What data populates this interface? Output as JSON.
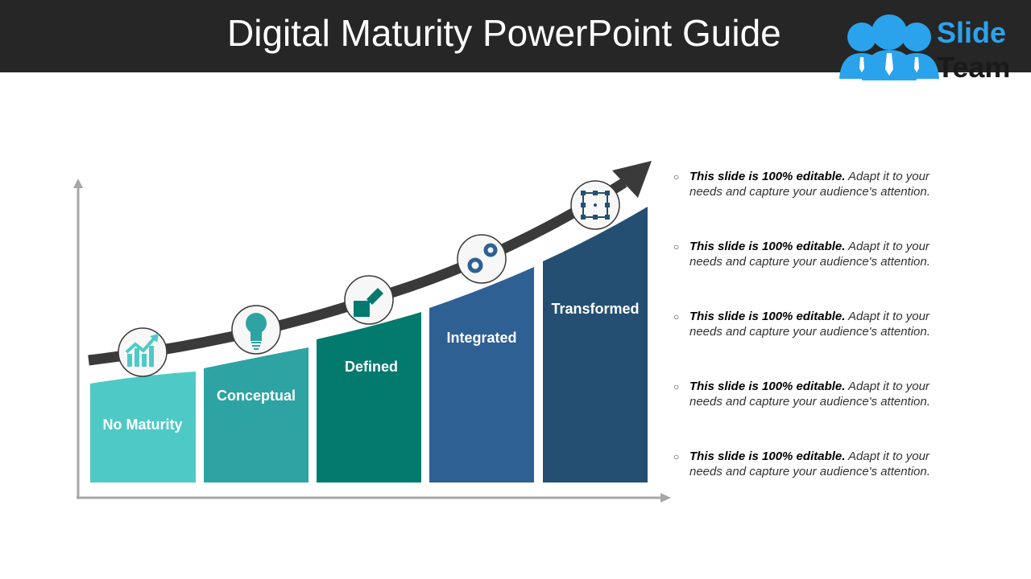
{
  "header": {
    "title": "Digital Maturity PowerPoint Guide"
  },
  "logo": {
    "line1": "Slide",
    "line2": "Team",
    "color": "#2aa3ec"
  },
  "stages": [
    {
      "label": "No Maturity",
      "icon": "growth-chart-icon",
      "color": "#4ec9c6"
    },
    {
      "label": "Conceptual",
      "icon": "lightbulb-icon",
      "color": "#2ea3a3"
    },
    {
      "label": "Defined",
      "icon": "edit-square-icon",
      "color": "#027a6e"
    },
    {
      "label": "Integrated",
      "icon": "gears-icon",
      "color": "#2e6094"
    },
    {
      "label": "Transformed",
      "icon": "selection-frame-icon",
      "color": "#244f72"
    }
  ],
  "bullets": [
    {
      "bold": "This slide is 100% editable.",
      "text": " Adapt it to your needs and capture your audience's attention."
    },
    {
      "bold": "This slide is 100% editable.",
      "text": " Adapt it to your needs and capture your audience's attention."
    },
    {
      "bold": "This slide is 100% editable.",
      "text": " Adapt it to your needs and capture your audience's attention."
    },
    {
      "bold": "This slide is 100% editable.",
      "text": " Adapt it to your needs and capture your audience's attention."
    },
    {
      "bold": "This slide is 100% editable.",
      "text": " Adapt it to your needs and capture your audience's attention."
    }
  ]
}
